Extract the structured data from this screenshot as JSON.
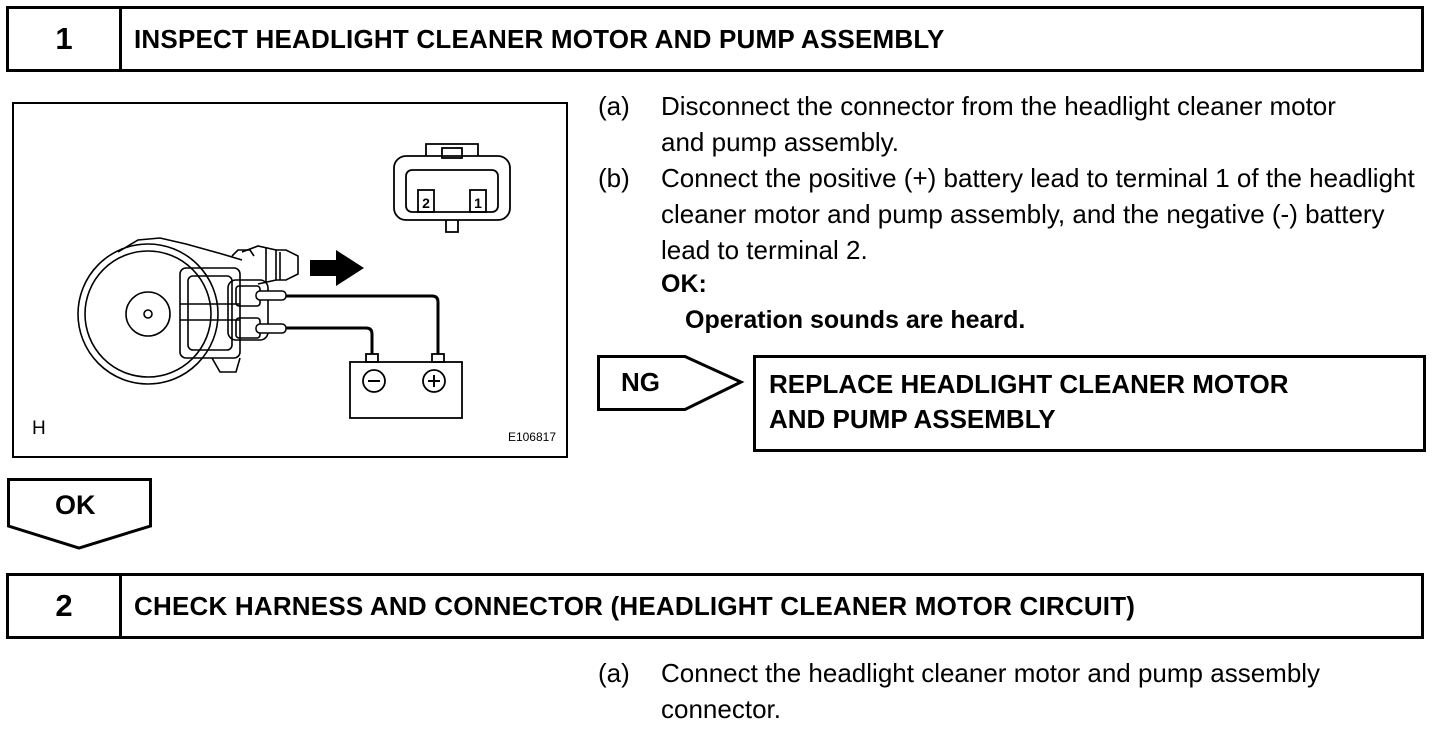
{
  "step1": {
    "number": "1",
    "title": "INSPECT HEADLIGHT CLEANER MOTOR AND PUMP ASSEMBLY"
  },
  "figure": {
    "corner_label": "H",
    "figure_code": "E106817",
    "terminal_2": "2",
    "terminal_1": "1",
    "battery_negative": "−",
    "battery_positive": "+",
    "icons": [
      "motor-pump-assembly-drawing",
      "connector-face-drawing",
      "arrow-right-icon",
      "battery-drawing"
    ]
  },
  "step1_instructions": [
    {
      "label": "(a)",
      "text": "Disconnect the connector from the headlight cleaner motor and pump assembly."
    },
    {
      "label": "(b)",
      "text": "Connect the positive (+) battery lead to terminal 1 of the headlight cleaner motor and pump assembly, and the negative (-) battery lead to terminal 2."
    }
  ],
  "ok_label": "OK:",
  "ok_result": "Operation sounds are heard.",
  "ng": {
    "label": "NG",
    "action_line1": "REPLACE HEADLIGHT CLEANER MOTOR",
    "action_line2": "AND PUMP ASSEMBLY"
  },
  "ok_flow_label": "OK",
  "step2": {
    "number": "2",
    "title": "CHECK HARNESS AND CONNECTOR (HEADLIGHT CLEANER MOTOR CIRCUIT)"
  },
  "step2_instructions": [
    {
      "label": "(a)",
      "text": "Connect the headlight cleaner motor and pump assembly connector."
    }
  ]
}
